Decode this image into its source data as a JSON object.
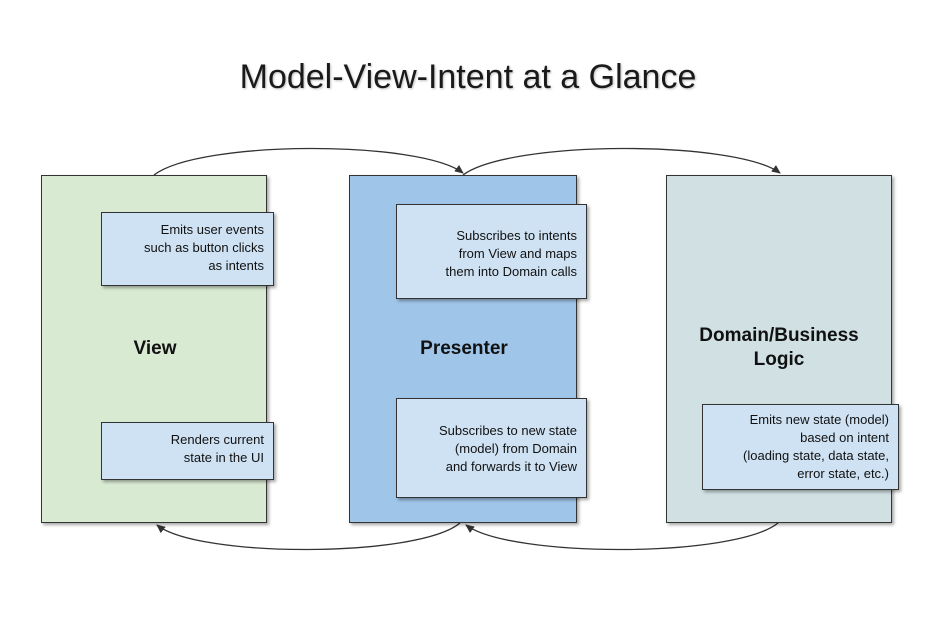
{
  "title": "Model-View-Intent at a Glance",
  "colors": {
    "view_fill": "#d9ead3",
    "presenter_fill": "#9fc5e8",
    "domain_fill": "#d0e0e3",
    "note_fill": "#cfe2f3",
    "border": "#333333"
  },
  "columns": {
    "view": {
      "label": "View",
      "notes": {
        "top": "Emits user events\nsuch as button clicks\nas intents",
        "bottom": "Renders current\nstate in the UI"
      }
    },
    "presenter": {
      "label": "Presenter",
      "notes": {
        "top": "Subscribes to intents\nfrom View and maps\nthem into Domain calls",
        "bottom": "Subscribes to new state\n(model) from Domain\nand forwards it to View"
      }
    },
    "domain": {
      "label": "Domain/Business\nLogic",
      "notes": {
        "bottom": "Emits new state (model)\nbased on intent\n(loading state, data state,\nerror state, etc.)"
      }
    }
  },
  "flows": [
    {
      "from": "view",
      "to": "presenter",
      "edge": "top"
    },
    {
      "from": "presenter",
      "to": "domain",
      "edge": "top"
    },
    {
      "from": "domain",
      "to": "presenter",
      "edge": "bottom"
    },
    {
      "from": "presenter",
      "to": "view",
      "edge": "bottom"
    }
  ]
}
